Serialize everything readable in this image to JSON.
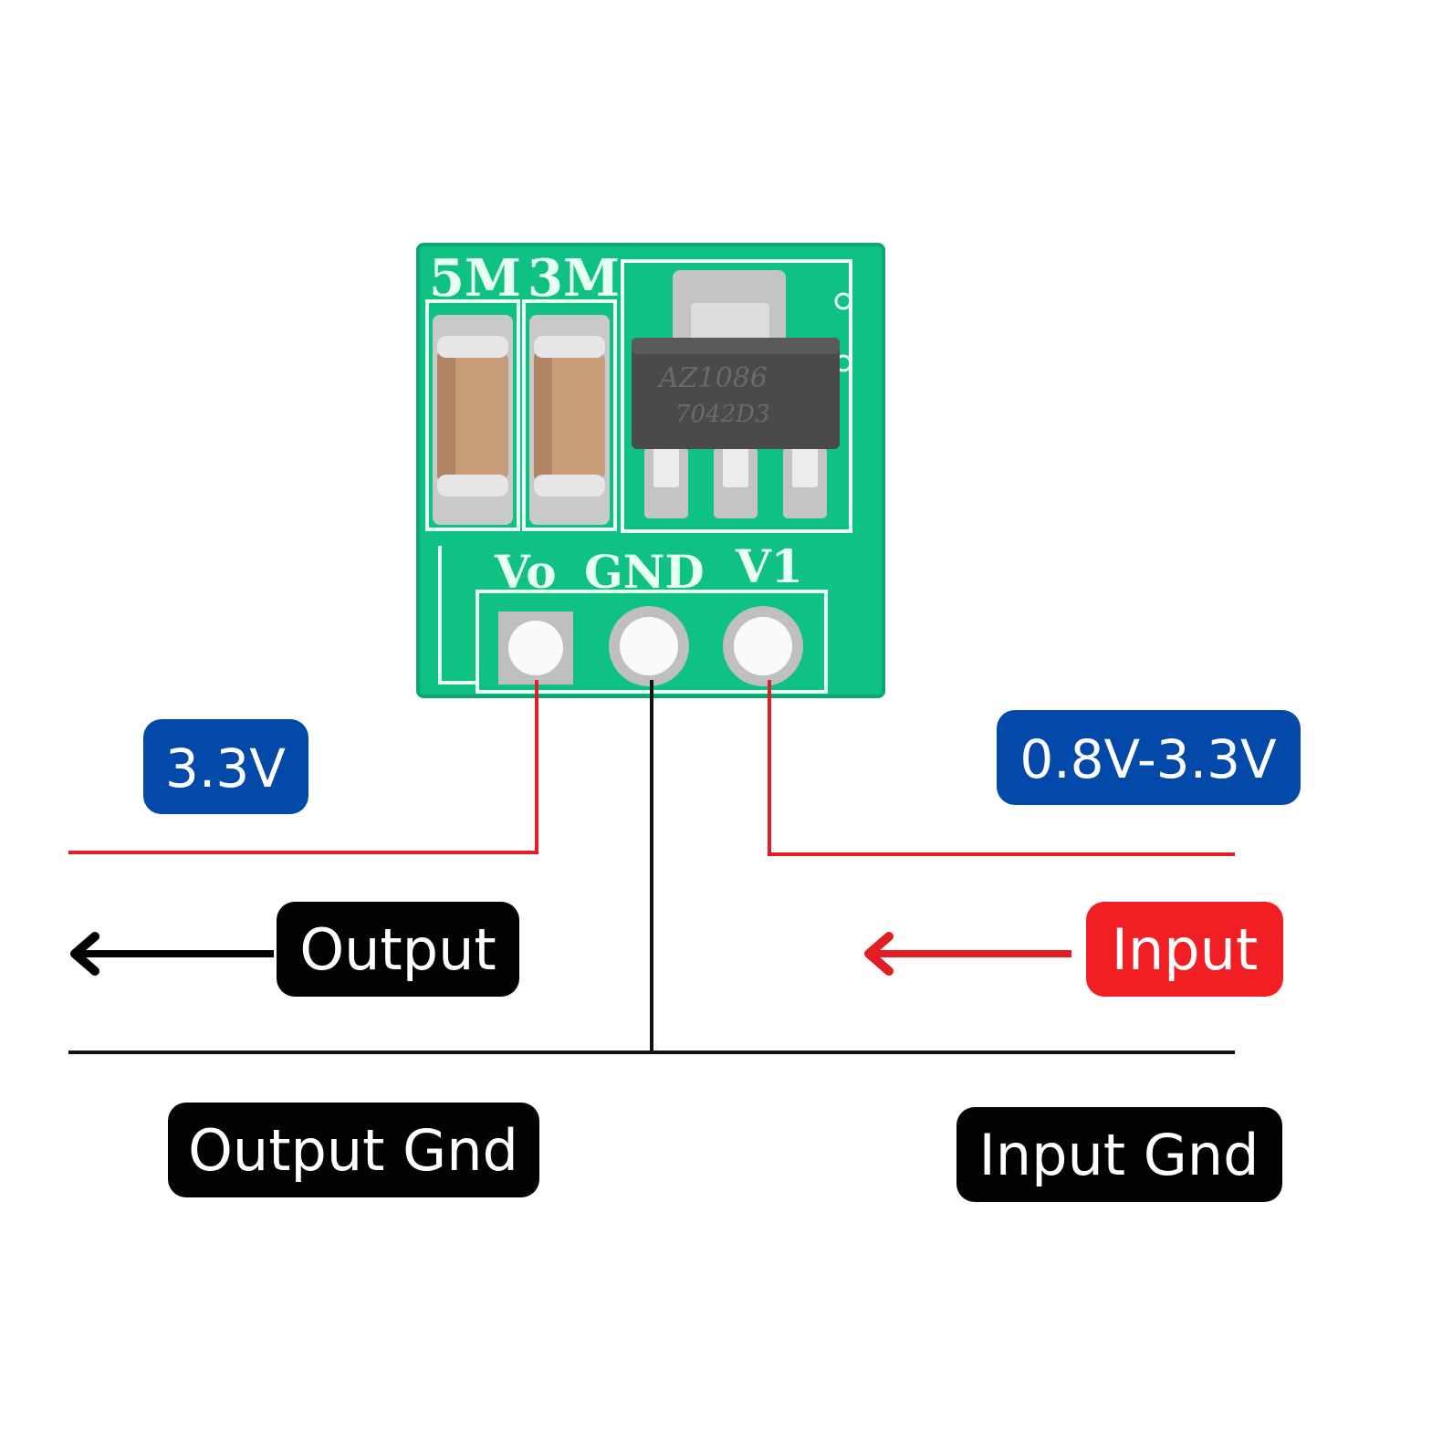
{
  "board": {
    "silk_labels": [
      "5M",
      "3M"
    ],
    "pin_labels": [
      "Vo",
      "GND",
      "V1"
    ],
    "regulator_marking": [
      "AZ1086",
      "7042D3"
    ],
    "pcb_color": "#0fc283",
    "silk_color": "#e8fff4"
  },
  "labels": {
    "output_voltage": "3.3V",
    "input_voltage": "0.8V-3.3V",
    "output": "Output",
    "input": "Input",
    "output_gnd": "Output Gnd",
    "input_gnd": "Input Gnd"
  },
  "colors": {
    "voltage_badge": "#0249a9",
    "input_badge": "#f11f24",
    "dark_badge": "#020202",
    "positive_wire": "#e21d25",
    "ground_wire": "#111111"
  }
}
